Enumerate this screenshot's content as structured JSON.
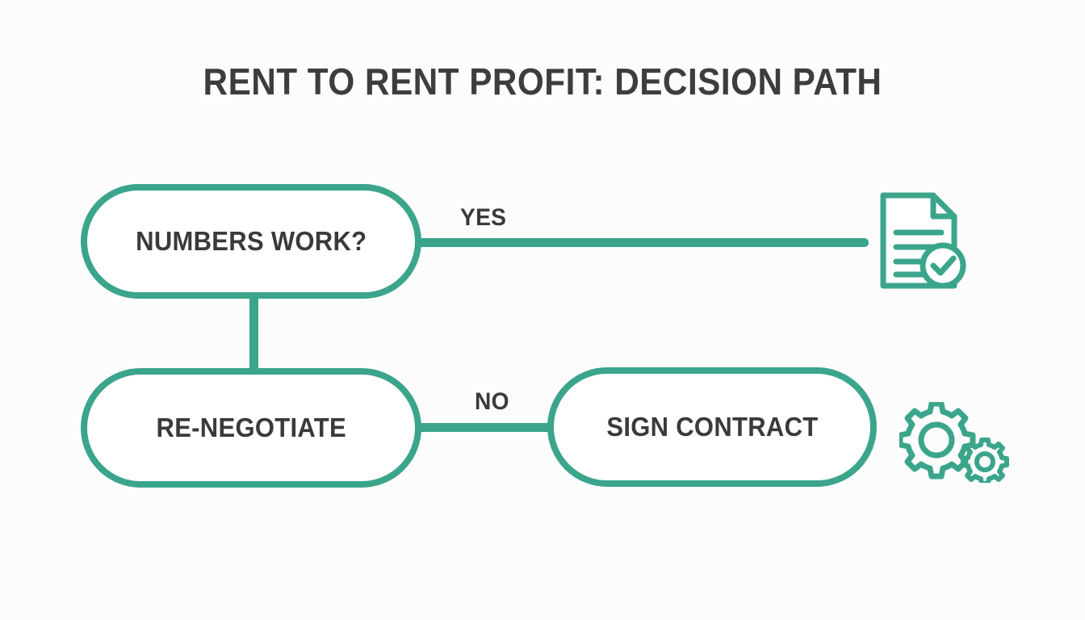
{
  "theme": {
    "background": "#fcfcfc",
    "accent": "#3ba58c",
    "text": "#3a3a3a",
    "node_fill": "#ffffff"
  },
  "header": {
    "title": "RENT TO RENT PROFIT: DECISION PATH"
  },
  "diagram": {
    "type": "flowchart",
    "nodes": [
      {
        "id": "numbers-work",
        "label": "NUMBERS WORK?",
        "shape": "pill"
      },
      {
        "id": "re-negotiate",
        "label": "RE-NEGOTIATE",
        "shape": "pill"
      },
      {
        "id": "sign-contract",
        "label": "SIGN CONTRACT",
        "shape": "pill"
      }
    ],
    "edges": [
      {
        "id": "yes-edge",
        "label": "YES",
        "from": "numbers-work",
        "to": "document-check-icon",
        "orientation": "horizontal"
      },
      {
        "id": "down-edge",
        "label": "",
        "from": "numbers-work",
        "to": "re-negotiate",
        "orientation": "vertical"
      },
      {
        "id": "no-edge",
        "label": "NO",
        "from": "re-negotiate",
        "to": "sign-contract",
        "orientation": "horizontal"
      }
    ],
    "icons": [
      {
        "id": "document-check-icon",
        "name": "document-check-icon",
        "lines": 4
      },
      {
        "id": "gears-icon",
        "name": "gears-icon",
        "gears": 2
      }
    ]
  }
}
